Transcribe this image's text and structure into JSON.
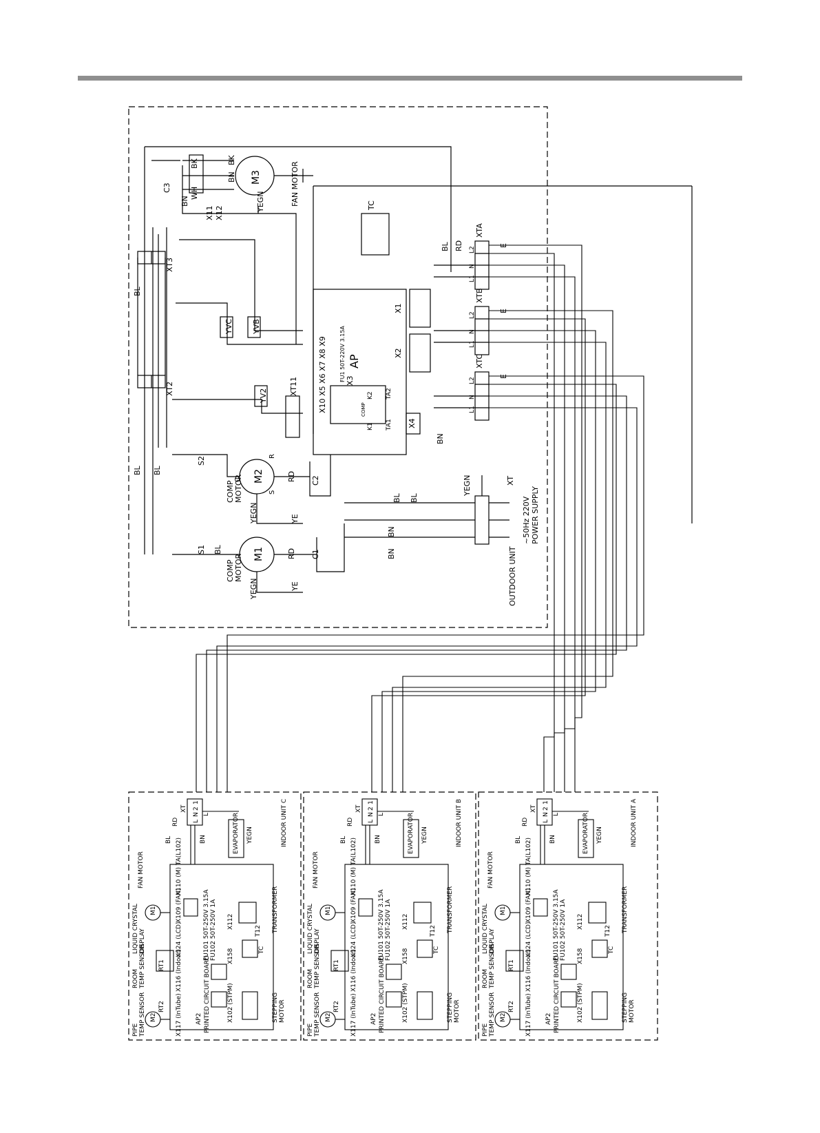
{
  "outdoor": {
    "unit_label": "OUTDOOR UNIT",
    "power_supply": [
      "~50Hz 220V",
      "POWER SUPPLY"
    ],
    "xt_label": "XT",
    "fan_motor_label": "FAN MOTOR",
    "m3": "M3",
    "m1": "M1",
    "m2": "M2",
    "comp_motor": [
      "COMP",
      "MOTOR"
    ],
    "c1": "C1",
    "c2": "C2",
    "c3": "C3",
    "s1": "S1",
    "s2": "S2",
    "yv2": "YV2",
    "yvb": "YVB",
    "yvc": "YVC",
    "xt2": "XT2",
    "xt3": "XT3",
    "xt11": "XT11",
    "x11": "X11",
    "x12": "X12",
    "ap_label": "AP",
    "ap_pins": "X10 X5 X6 X7 X8 X9",
    "fuse": "FU1 50T-220V 3.15A",
    "x1": "X1",
    "x2": "X2",
    "x3": "X3",
    "x4": "X4",
    "tc": "TC",
    "ta1": "TA1",
    "ta2": "TA2",
    "k1": "K1",
    "k2": "K2",
    "comp": "COMP",
    "xta": "XTA",
    "xtb": "XTB",
    "xtc": "XTC",
    "terminal_pins": [
      "L1",
      "N",
      "L2"
    ],
    "earth": "E",
    "wire_colors": [
      "BL",
      "BN",
      "RD",
      "YE",
      "YEGN",
      "WH",
      "BK"
    ],
    "cap_pins": [
      "C",
      "S",
      "R"
    ]
  },
  "indoor_units": [
    {
      "label": "INDOOR UNIT C",
      "xt": "XT",
      "terminals": [
        "1",
        "2",
        "N",
        "L"
      ]
    },
    {
      "label": "INDOOR UNIT B",
      "xt": "XT",
      "terminals": [
        "1",
        "2",
        "N",
        "L"
      ]
    },
    {
      "label": "INDOOR UNIT A",
      "xt": "XT",
      "terminals": [
        "1",
        "2",
        "N",
        "L"
      ]
    }
  ],
  "indoor": {
    "evaporator": "EVAPORATOR",
    "ap2": "AP2",
    "pcb": "PRINTED CIRCUIT BOARD",
    "fan_motor": "FAN MOTOR",
    "stepping_motor": [
      "STEPPING",
      "MOTOR"
    ],
    "pipe_temp": [
      "PIPE",
      "TEMP SENSOR"
    ],
    "room_temp": [
      "ROOM",
      "TEMP SENSOR"
    ],
    "lcd": [
      "LIQUID CRYSTAL",
      "DISPLAY"
    ],
    "transformer": "TRANSFORMER",
    "x117": "X117 (InTube)",
    "x116": "X116 (Indoor)",
    "x124": "X124 (LCD)",
    "x109": "X109 (FAN)",
    "x110": "X110 (M) TA(L102)",
    "x112": "X112",
    "x158": "X158",
    "x102": "X102 (STPM)",
    "fuse": "FU101 50T-250V 3.15A",
    "fu102": "FU102 50T-250V 1A",
    "t12": "T12",
    "tc": "TC",
    "rt1": "RT1",
    "rt2": "RT2",
    "m1": "M1",
    "m2": "M2",
    "bn": "BN",
    "bl": "BL",
    "rd": "RD",
    "yegn": "YEGN",
    "l": "L"
  }
}
